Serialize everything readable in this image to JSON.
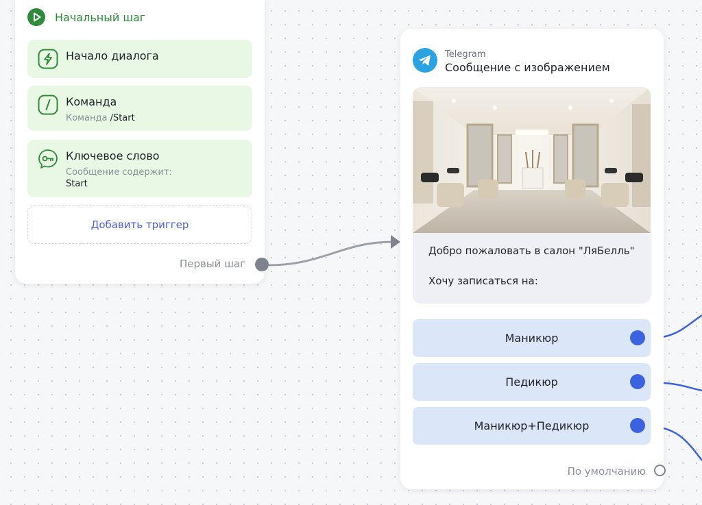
{
  "start_node": {
    "title": "Начальный шаг",
    "triggers": [
      {
        "title": "Начало диалога",
        "icon": "lightning-icon"
      },
      {
        "title": "Команда",
        "subtitle_label": "Команда",
        "subtitle_value": "/Start",
        "icon": "slash-icon"
      },
      {
        "title": "Ключевое слово",
        "subtitle_label": "Сообщение содержит:",
        "value": "Start",
        "icon": "key-icon"
      }
    ],
    "add_trigger_label": "Добавить триггер",
    "first_step_label": "Первый шаг"
  },
  "message_node": {
    "channel": "Telegram",
    "title": "Сообщение с изображением",
    "text_line1": "Добро пожаловать в салон \"ЛяБелль\"",
    "text_line2": "Хочу записаться на:",
    "buttons": [
      {
        "label": "Маникюр"
      },
      {
        "label": "Педикюр"
      },
      {
        "label": "Маникюр+Педикюр"
      }
    ],
    "default_label": "По умолчанию"
  },
  "colors": {
    "accent_green": "#2e8b3a",
    "trigger_bg": "#e8f8e5",
    "link_blue": "#4a5fd4",
    "port_blue": "#3b63e0",
    "button_bg": "#dbe6f9",
    "telegram_blue": "#2aa3e0"
  }
}
